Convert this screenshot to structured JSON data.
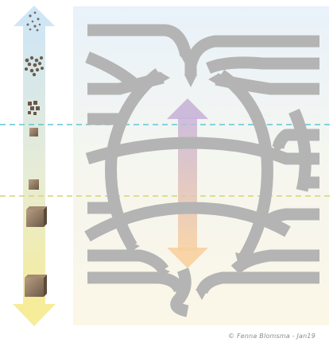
{
  "credit": "© Fenna Blomsma - Jan19",
  "colors": {
    "arrow_gray": "#b4b4b4",
    "panel_top": "#e9f2fa",
    "panel_mid": "#f5f6ef",
    "panel_bottom": "#fbf7e7",
    "scale_top": "#cfe6f5",
    "scale_mid": "#e7ecd4",
    "scale_bottom": "#f6ec9a",
    "center_top": "#c8b4d8",
    "center_bottom": "#f7cf9f",
    "dash_upper": "#5fc6d6",
    "dash_lower": "#d9d36a",
    "material": "#7a6a58"
  },
  "icons": [
    "up-arrow-icon",
    "down-arrow-icon",
    "particle-icon",
    "cube-icon",
    "cycle-arrow-icon"
  ],
  "scale_levels": [
    "particles",
    "small-particles",
    "granule-cluster",
    "granule",
    "block",
    "large-block",
    "largest-block"
  ]
}
